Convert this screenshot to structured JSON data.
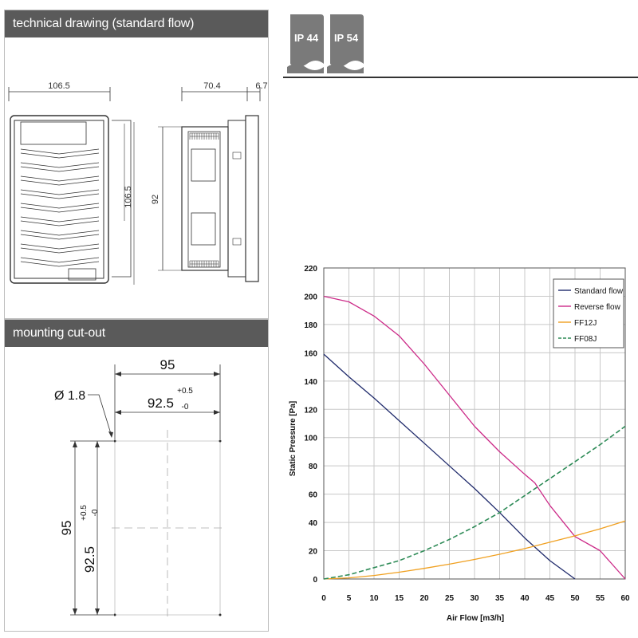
{
  "drawing": {
    "header": "technical drawing (standard flow)",
    "dims": {
      "width": "106.5",
      "height": "106.5",
      "depth": "70.4",
      "frame": "6.7",
      "fan": "92"
    }
  },
  "cutout": {
    "header": "mounting cut-out",
    "outer": "95",
    "inner": "92.5",
    "tol_plus": "+0.5",
    "tol_minus": "-0",
    "hole": "Ø 1.8",
    "outer_v": "95",
    "inner_v": "92.5"
  },
  "badges": [
    "IP 44",
    "IP 54"
  ],
  "colors": {
    "badge": "#7a7a7a",
    "header": "#5a5a5a"
  },
  "chart_data": {
    "type": "line",
    "xlabel": "Air Flow [m3/h]",
    "ylabel": "Static Pressure [Pa]",
    "xlim": [
      0,
      60
    ],
    "ylim": [
      0,
      220
    ],
    "xticks": [
      0,
      5,
      10,
      15,
      20,
      25,
      30,
      35,
      40,
      45,
      50,
      55,
      60
    ],
    "yticks": [
      0,
      20,
      40,
      60,
      80,
      100,
      120,
      140,
      160,
      180,
      200,
      220
    ],
    "grid": true,
    "legend": "top-right",
    "series": [
      {
        "name": "Standard flow",
        "color": "#1f2a6b",
        "dash": false,
        "x": [
          0,
          5,
          10,
          15,
          20,
          25,
          30,
          35,
          40,
          45,
          50
        ],
        "y": [
          159,
          143,
          128,
          112,
          96,
          80,
          64,
          47,
          29,
          13,
          0
        ]
      },
      {
        "name": "Reverse flow",
        "color": "#cc2a88",
        "dash": false,
        "x": [
          0,
          5,
          10,
          15,
          20,
          25,
          30,
          35,
          40,
          42,
          45,
          50,
          55,
          60
        ],
        "y": [
          200,
          196,
          186,
          172,
          152,
          130,
          108,
          90,
          74,
          68,
          52,
          30,
          20,
          0
        ]
      },
      {
        "name": "FF12J",
        "color": "#f0a020",
        "dash": false,
        "x": [
          0,
          5,
          10,
          15,
          20,
          25,
          30,
          35,
          40,
          45,
          50,
          55,
          60
        ],
        "y": [
          0,
          0.8,
          2.5,
          4.8,
          7.5,
          10.5,
          13.8,
          17.5,
          21.5,
          26,
          30.5,
          35.5,
          41
        ]
      },
      {
        "name": "FF08J",
        "color": "#2e8b57",
        "dash": true,
        "x": [
          0,
          5,
          10,
          15,
          20,
          25,
          30,
          35,
          40,
          45,
          50,
          55,
          60
        ],
        "y": [
          0,
          3,
          8,
          13,
          20,
          28,
          37,
          47,
          59,
          71,
          83,
          95,
          108
        ]
      }
    ]
  }
}
